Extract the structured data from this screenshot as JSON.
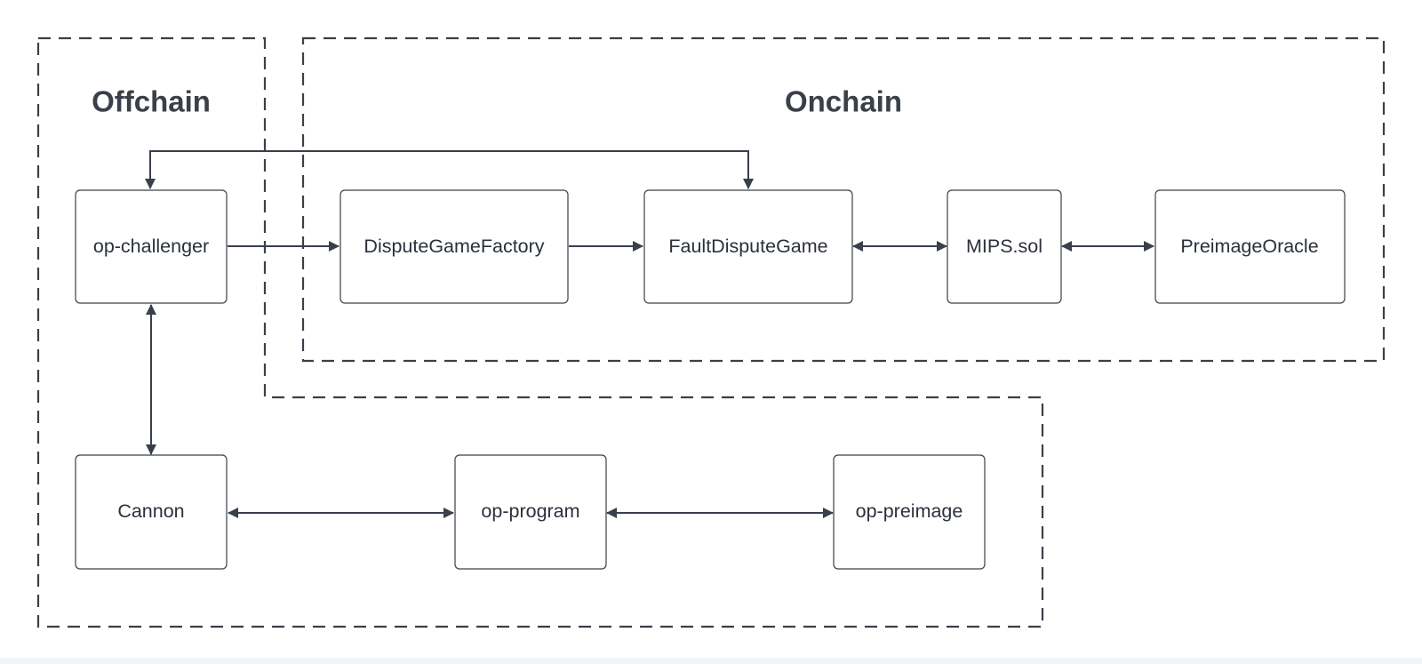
{
  "colors": {
    "stroke": "#39404a",
    "text": "#2b313b",
    "title": "#3a4049",
    "node_fill": "#ffffff",
    "background": "#ffffff"
  },
  "regions": {
    "offchain": {
      "title": "Offchain"
    },
    "onchain": {
      "title": "Onchain"
    }
  },
  "nodes": {
    "op_challenger": {
      "label": "op-challenger"
    },
    "dispute_game_factory": {
      "label": "DisputeGameFactory"
    },
    "fault_dispute_game": {
      "label": "FaultDisputeGame"
    },
    "mips_sol": {
      "label": "MIPS.sol"
    },
    "preimage_oracle": {
      "label": "PreimageOracle"
    },
    "cannon": {
      "label": "Cannon"
    },
    "op_program": {
      "label": "op-program"
    },
    "op_preimage": {
      "label": "op-preimage"
    }
  },
  "edges": [
    {
      "from": "op-challenger",
      "to": "DisputeGameFactory",
      "direction": "forward"
    },
    {
      "from": "DisputeGameFactory",
      "to": "FaultDisputeGame",
      "direction": "forward"
    },
    {
      "from": "FaultDisputeGame",
      "to": "MIPS.sol",
      "direction": "both"
    },
    {
      "from": "MIPS.sol",
      "to": "PreimageOracle",
      "direction": "both"
    },
    {
      "from": "op-challenger",
      "to": "FaultDisputeGame",
      "direction": "both",
      "routing": "over-top"
    },
    {
      "from": "op-challenger",
      "to": "Cannon",
      "direction": "both"
    },
    {
      "from": "Cannon",
      "to": "op-program",
      "direction": "both"
    },
    {
      "from": "op-program",
      "to": "op-preimage",
      "direction": "both"
    }
  ]
}
